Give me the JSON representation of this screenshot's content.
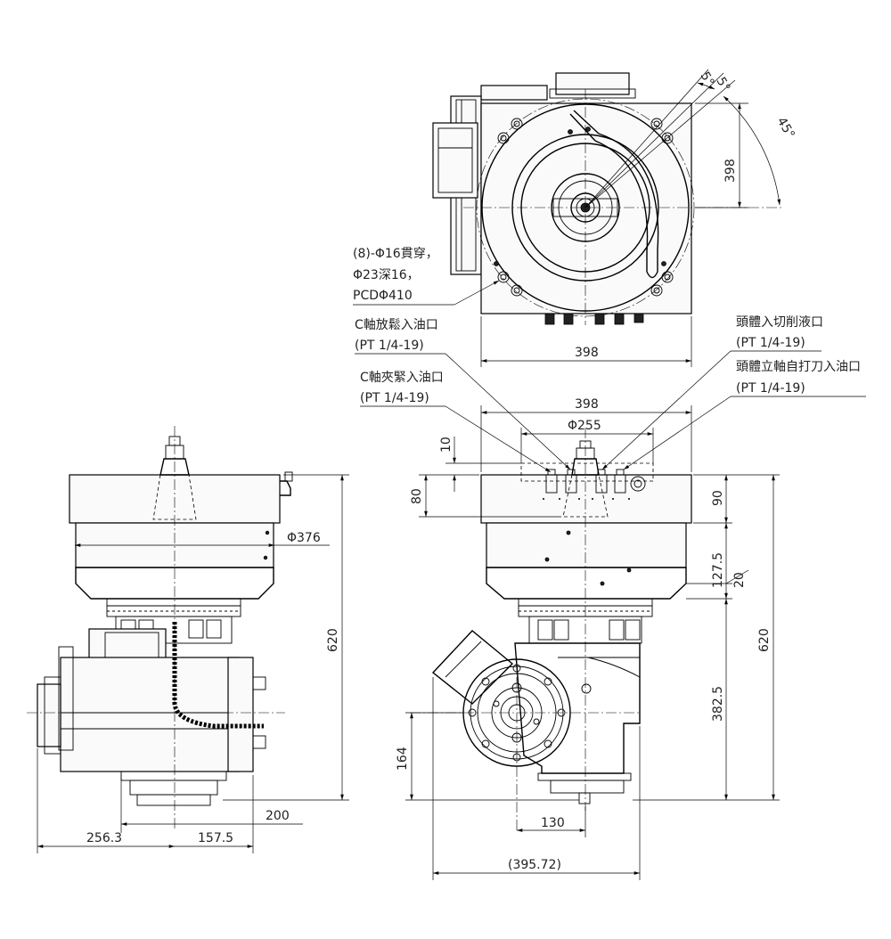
{
  "top_view": {
    "angle_5a": "5°",
    "angle_5b": "5°",
    "angle_45": "45°",
    "dim_height": "398",
    "dim_width": "398",
    "hole_note": [
      "(8)-Φ16貫穿，",
      "Φ23深16，",
      "PCDΦ410"
    ]
  },
  "ports": {
    "c_release": {
      "name": "C軸放鬆入油口",
      "thread": "(PT 1/4-19)"
    },
    "c_clamp": {
      "name": "C軸夾緊入油口",
      "thread": "(PT 1/4-19)"
    },
    "coolant": {
      "name": "頭體入切削液口",
      "thread": "(PT 1/4-19)"
    },
    "drawbar": {
      "name": "頭體立軸自打刀入油口",
      "thread": "(PT 1/4-19)"
    }
  },
  "front_view": {
    "dim_width": "398",
    "dim_phi255": "Φ255",
    "dim_10": "10",
    "dim_80": "80",
    "dim_90": "90",
    "dim_127_5": "127.5",
    "dim_20": "20",
    "dim_620": "620",
    "dim_382_5": "382.5",
    "dim_164": "164",
    "dim_130": "130",
    "dim_395_72": "(395.72)"
  },
  "side_view": {
    "dim_phi376": "Φ376",
    "dim_620": "620",
    "dim_200": "200",
    "dim_256_3": "256.3",
    "dim_157_5": "157.5"
  }
}
